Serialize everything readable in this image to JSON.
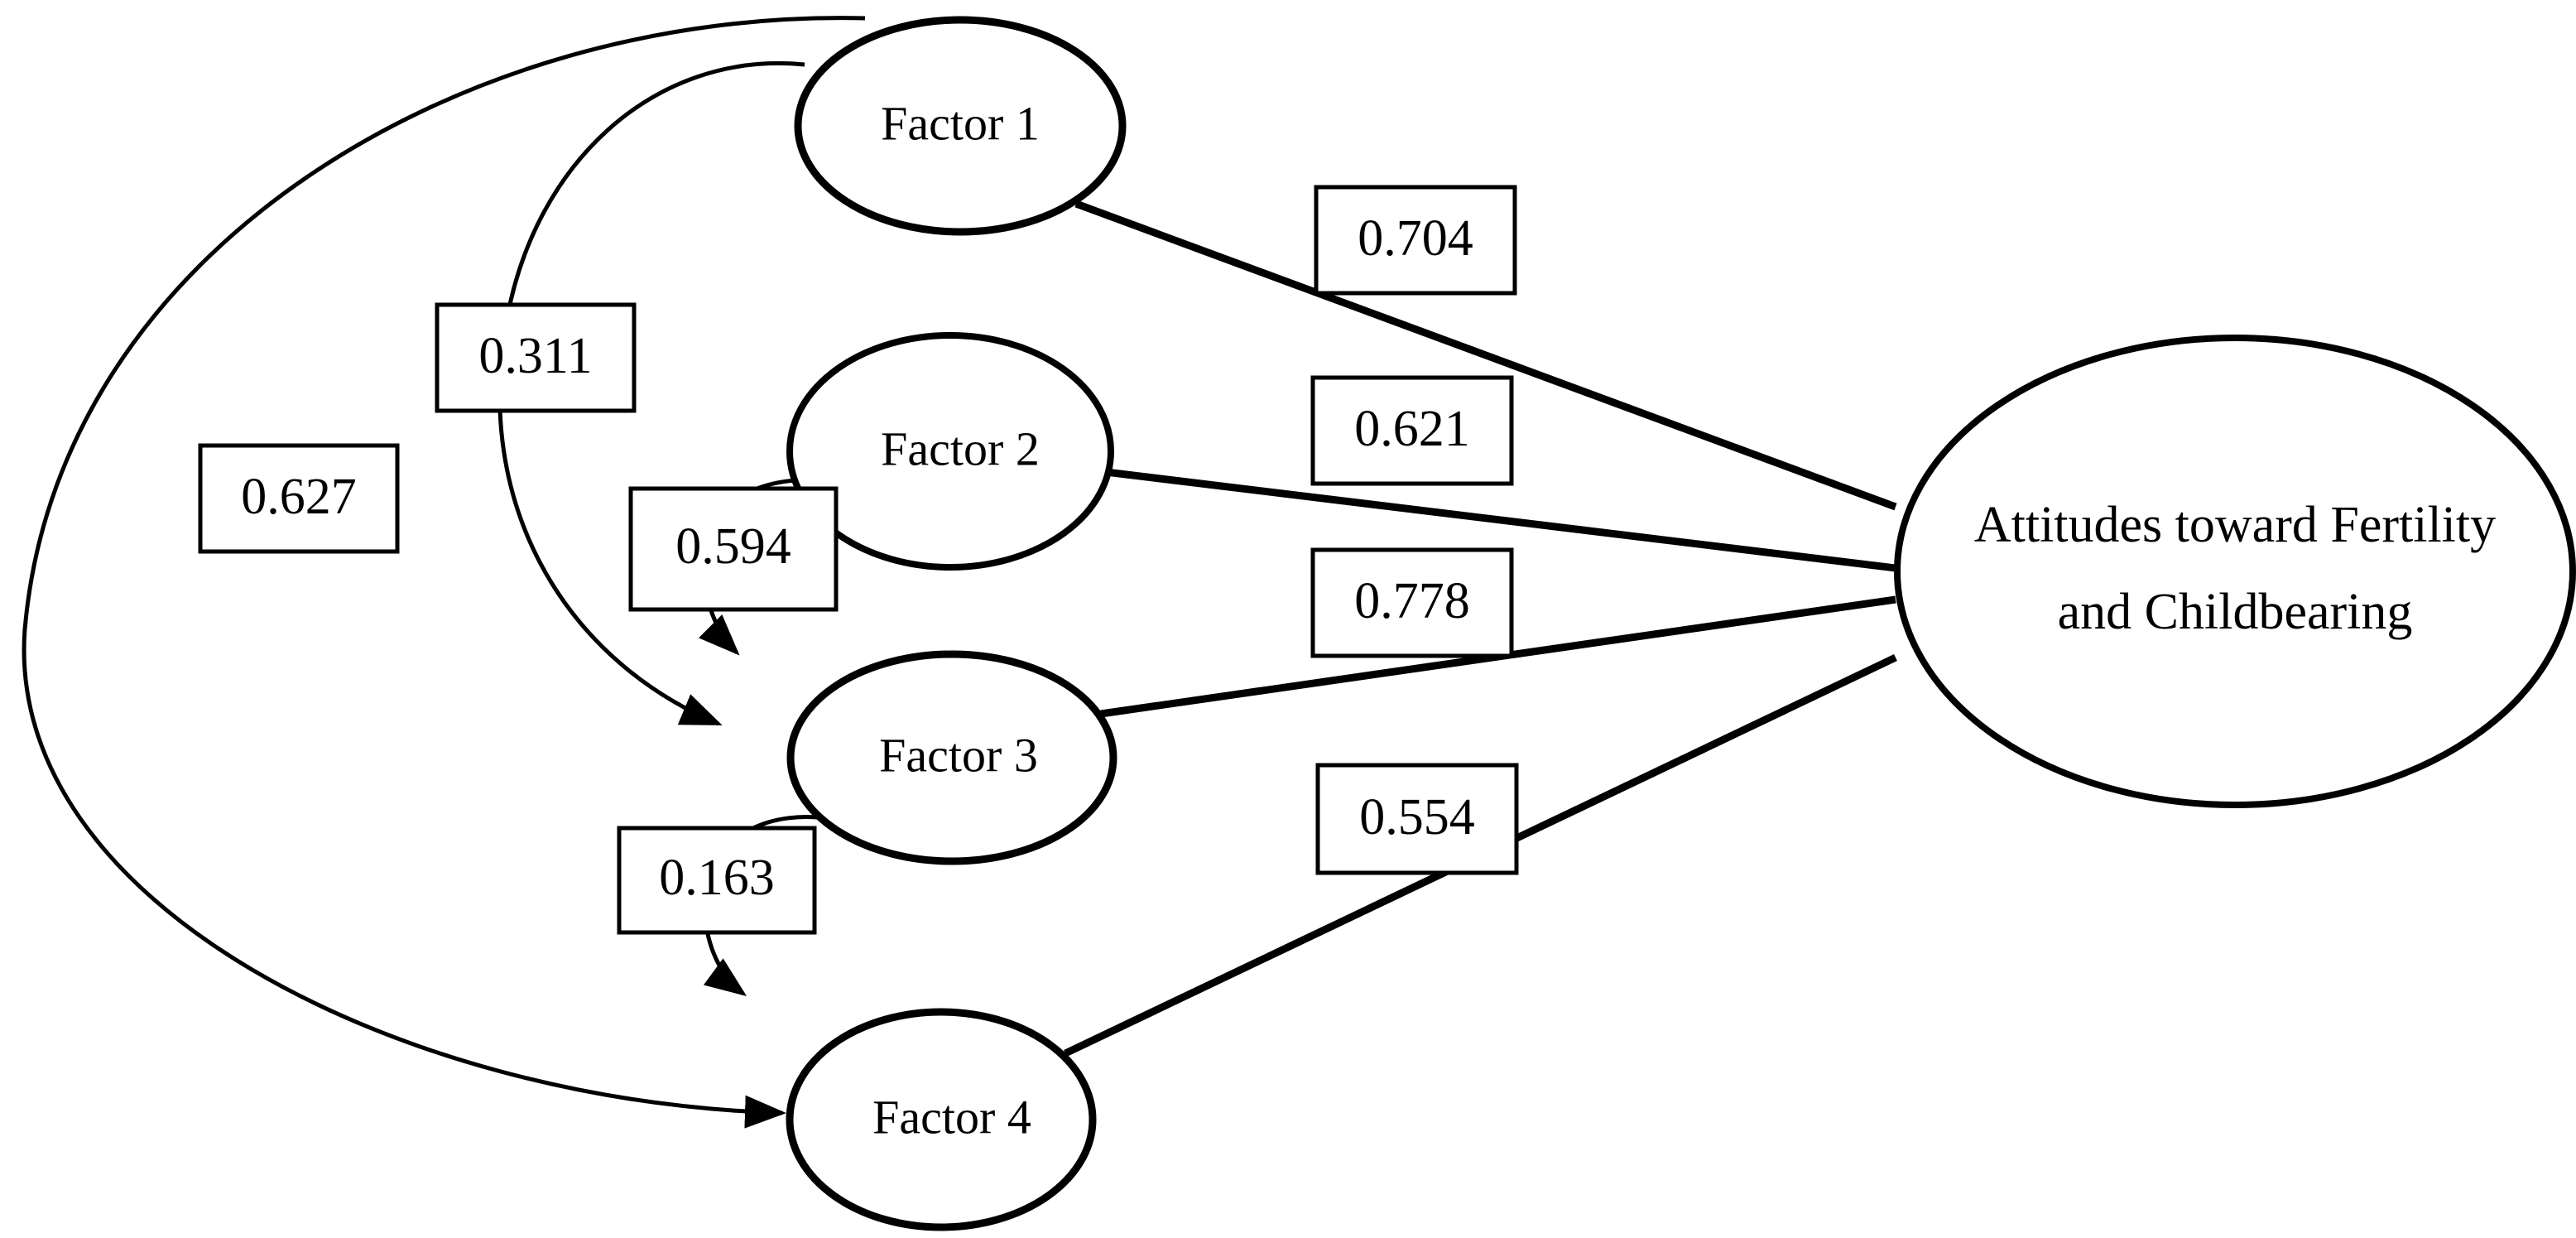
{
  "diagram": {
    "type": "structural-equation-model-path-diagram",
    "background_color": "#ffffff",
    "line_color": "#000000",
    "outcome": {
      "id": "outcome",
      "label_line1": "Attitudes toward Fertility",
      "label_line2": "and Childbearing",
      "shape": "ellipse"
    },
    "factors": [
      {
        "id": "factor1",
        "label": "Factor 1",
        "shape": "ellipse"
      },
      {
        "id": "factor2",
        "label": "Factor 2",
        "shape": "ellipse"
      },
      {
        "id": "factor3",
        "label": "Factor 3",
        "shape": "ellipse"
      },
      {
        "id": "factor4",
        "label": "Factor 4",
        "shape": "ellipse"
      }
    ],
    "loadings": [
      {
        "id": "load-f1",
        "from": "factor1",
        "to": "outcome",
        "value": "0.704"
      },
      {
        "id": "load-f2",
        "from": "factor2",
        "to": "outcome",
        "value": "0.621"
      },
      {
        "id": "load-f3",
        "from": "factor3",
        "to": "outcome",
        "value": "0.778"
      },
      {
        "id": "load-f4",
        "from": "factor4",
        "to": "outcome",
        "value": "0.554"
      }
    ],
    "correlations": [
      {
        "id": "corr-f1-f4",
        "from": "factor1",
        "to": "factor4",
        "value": "0.627",
        "arrow": true
      },
      {
        "id": "corr-f1-f3",
        "from": "factor1",
        "to": "factor3",
        "value": "0.311",
        "arrow": true
      },
      {
        "id": "corr-f2-f3",
        "from": "factor2",
        "to": "factor3",
        "value": "0.594",
        "arrow": true
      },
      {
        "id": "corr-f3-f4",
        "from": "factor3",
        "to": "factor4",
        "value": "0.163",
        "arrow": true
      }
    ]
  },
  "chart_data": {
    "type": "diagram",
    "title": "",
    "nodes": [
      {
        "name": "Factor 1",
        "kind": "latent-factor"
      },
      {
        "name": "Factor 2",
        "kind": "latent-factor"
      },
      {
        "name": "Factor 3",
        "kind": "latent-factor"
      },
      {
        "name": "Factor 4",
        "kind": "latent-factor"
      },
      {
        "name": "Attitudes toward Fertility and Childbearing",
        "kind": "latent-outcome"
      }
    ],
    "edges": [
      {
        "source": "Factor 1",
        "target": "Attitudes toward Fertility and Childbearing",
        "value": 0.704,
        "style": "straight"
      },
      {
        "source": "Factor 2",
        "target": "Attitudes toward Fertility and Childbearing",
        "value": 0.621,
        "style": "straight"
      },
      {
        "source": "Factor 3",
        "target": "Attitudes toward Fertility and Childbearing",
        "value": 0.778,
        "style": "straight"
      },
      {
        "source": "Factor 4",
        "target": "Attitudes toward Fertility and Childbearing",
        "value": 0.554,
        "style": "straight"
      },
      {
        "source": "Factor 1",
        "target": "Factor 4",
        "value": 0.627,
        "style": "curved-arrow"
      },
      {
        "source": "Factor 1",
        "target": "Factor 3",
        "value": 0.311,
        "style": "curved-arrow"
      },
      {
        "source": "Factor 2",
        "target": "Factor 3",
        "value": 0.594,
        "style": "curved-arrow"
      },
      {
        "source": "Factor 3",
        "target": "Factor 4",
        "value": 0.163,
        "style": "curved-arrow"
      }
    ]
  }
}
